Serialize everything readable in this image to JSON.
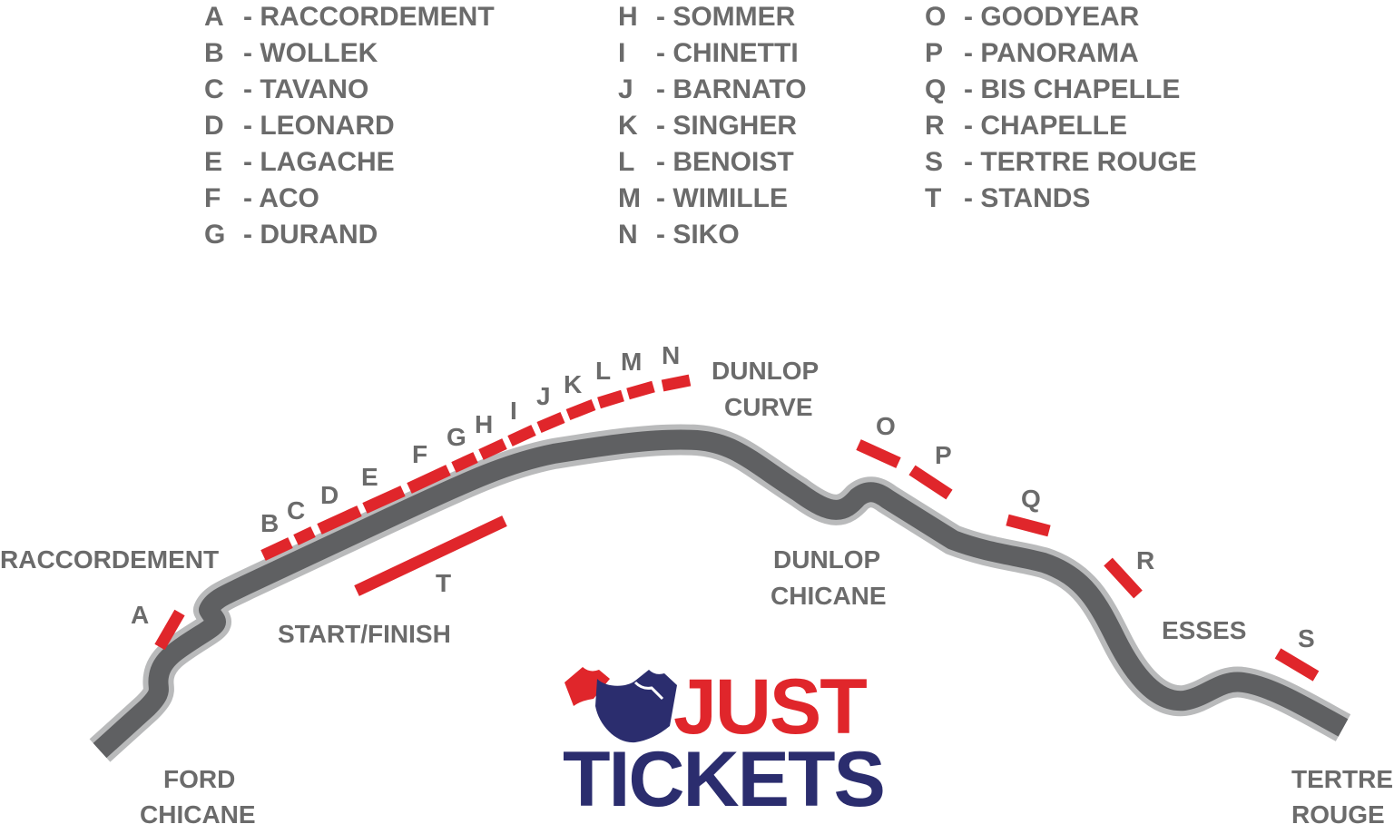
{
  "legend": [
    {
      "code": "A",
      "name": "- RACCORDEMENT"
    },
    {
      "code": "B",
      "name": "- WOLLEK"
    },
    {
      "code": "C",
      "name": "- TAVANO"
    },
    {
      "code": "D",
      "name": "- LEONARD"
    },
    {
      "code": "E",
      "name": "- LAGACHE"
    },
    {
      "code": "F",
      "name": "- ACO"
    },
    {
      "code": "G",
      "name": "- DURAND"
    },
    {
      "code": "H",
      "name": "- SOMMER"
    },
    {
      "code": "I",
      "name": "- CHINETTI"
    },
    {
      "code": "J",
      "name": "- BARNATO"
    },
    {
      "code": "K",
      "name": "- SINGHER"
    },
    {
      "code": "L",
      "name": "- BENOIST"
    },
    {
      "code": "M",
      "name": "- WIMILLE"
    },
    {
      "code": "N",
      "name": "- SIKO"
    },
    {
      "code": "O",
      "name": "- GOODYEAR"
    },
    {
      "code": "P",
      "name": "- PANORAMA"
    },
    {
      "code": "Q",
      "name": "- BIS CHAPELLE"
    },
    {
      "code": "R",
      "name": "- CHAPELLE"
    },
    {
      "code": "S",
      "name": "- TERTRE ROUGE"
    },
    {
      "code": "T",
      "name": "- STANDS"
    }
  ],
  "sections": {
    "raccordement": "RACCORDEMENT",
    "start_finish": "START/FINISH",
    "dunlop_curve": [
      "DUNLOP",
      "CURVE"
    ],
    "dunlop_chicane": [
      "DUNLOP",
      "CHICANE"
    ],
    "esses": "ESSES",
    "ford_chicane": [
      "FORD",
      "CHICANE"
    ],
    "tertre_rouge": [
      "TERTRE",
      "ROUGE"
    ]
  },
  "logo": {
    "line1": "JUST",
    "line2": "TICKETS",
    "red": "#e0262b",
    "navy": "#2b2d6e"
  },
  "colors": {
    "grandstand": "#e0262b",
    "track": "#5f6062",
    "track_edge": "#b9babb",
    "text": "#6b6b6b"
  }
}
